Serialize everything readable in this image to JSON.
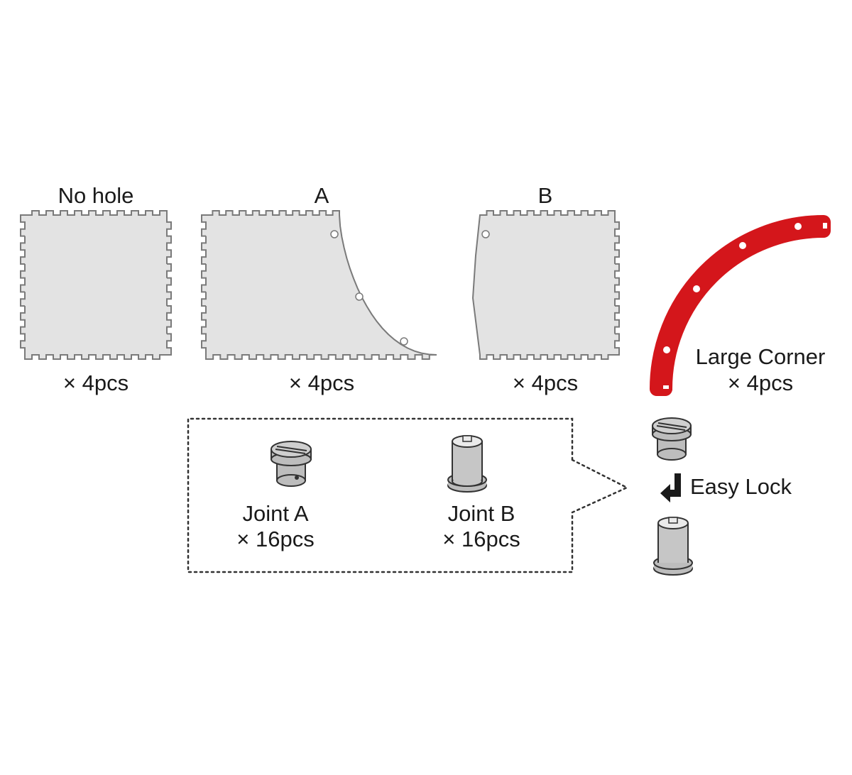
{
  "panels": [
    {
      "name": "No hole",
      "qty": "× 4pcs"
    },
    {
      "name": "A",
      "qty": "× 4pcs"
    },
    {
      "name": "B",
      "qty": "× 4pcs"
    }
  ],
  "corner": {
    "name": "Large Corner",
    "qty": "× 4pcs",
    "color": "#d4161b"
  },
  "joints": [
    {
      "name": "Joint A",
      "qty": "× 16pcs"
    },
    {
      "name": "Joint B",
      "qty": "× 16pcs"
    }
  ],
  "easy_lock": "Easy Lock",
  "colors": {
    "panel_fill": "#e3e3e3",
    "panel_stroke": "#7a7a7a",
    "joint_fill": "#bdbdbd",
    "outline": "#333333"
  }
}
